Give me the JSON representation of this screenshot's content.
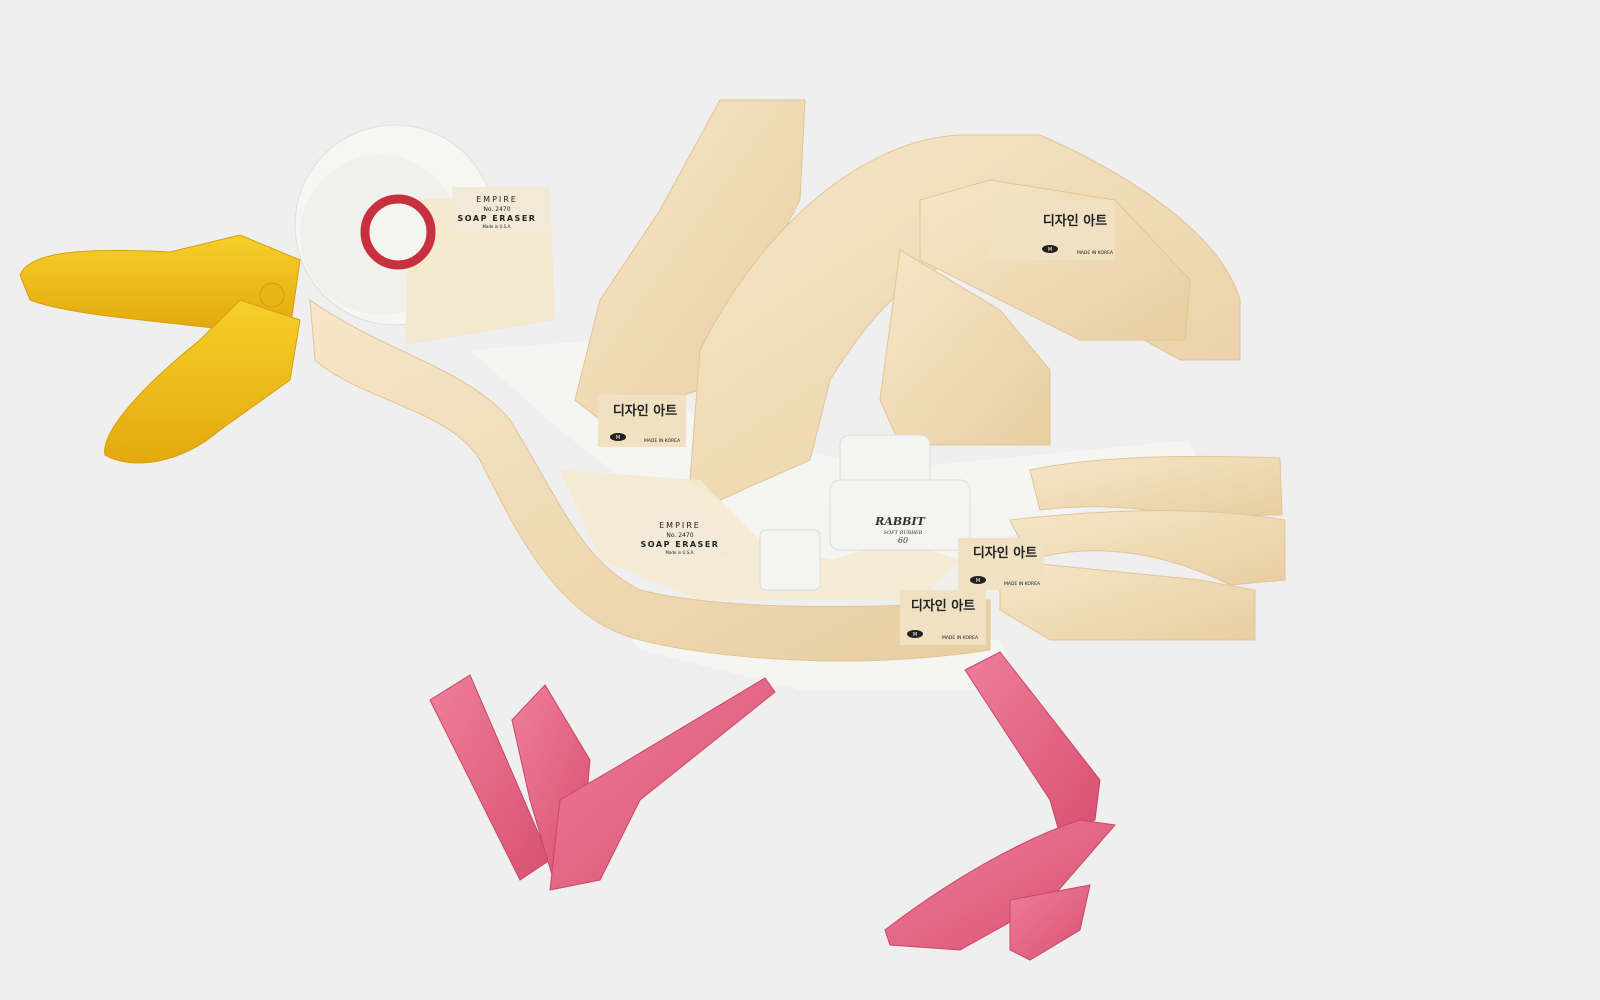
{
  "colors": {
    "background": "#efefef",
    "beak": "#f0bb1a",
    "eraser_beige": "#efd9b2",
    "eraser_white": "#f4f4f2",
    "legs": "#e66a8c",
    "eye_ring": "#c8303f"
  },
  "labels": {
    "empire": {
      "brand": "EMPIRE",
      "number": "No. 2470",
      "product": "SOAP ERASER",
      "origin": "Made in U.S.A."
    },
    "korean": {
      "brand": "디자인 아트",
      "logo": "M",
      "origin": "MADE IN KOREA"
    },
    "rabbit": {
      "brand": "RABBIT",
      "product": "SOFT RUBBER",
      "number": "60"
    }
  }
}
